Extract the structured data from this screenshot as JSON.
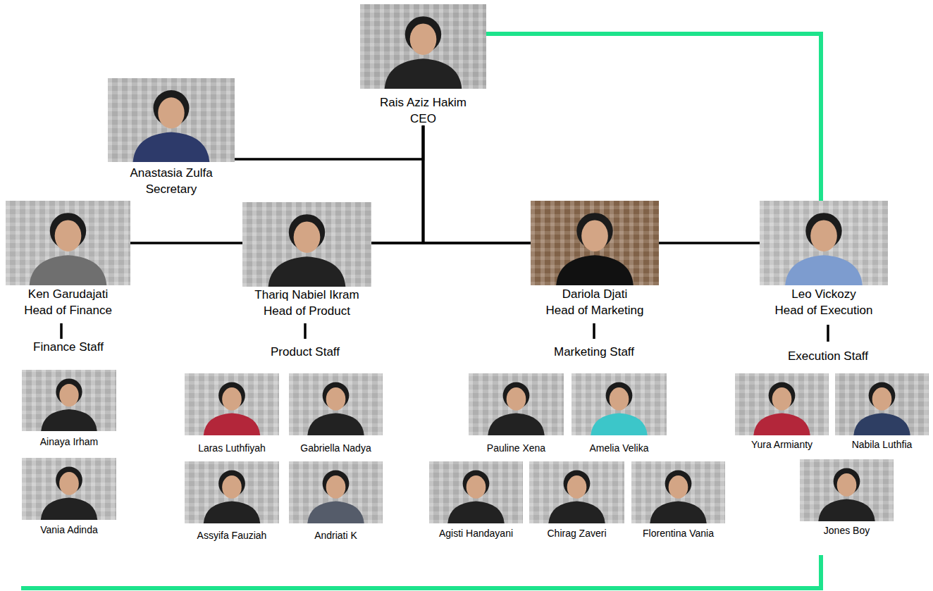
{
  "diagram": {
    "nodes": [
      {
        "text": [
          "Rais Aziz Hakim",
          "CEO"
        ]
      },
      {
        "text": [
          "Anastasia Zulfa",
          "Secretary"
        ]
      },
      {
        "text": [
          "Ken Garudajati",
          "Head of Finance"
        ]
      },
      {
        "text": [
          "Thariq Nabiel Ikram",
          "Head of Product"
        ]
      },
      {
        "text": [
          "Dariola Djati",
          "Head of Marketing"
        ]
      },
      {
        "text": [
          "Leo Vickozy",
          "Head of Execution"
        ]
      },
      {
        "text": [
          "Ainaya Irham"
        ]
      },
      {
        "text": [
          "Laras Luthfiyah"
        ]
      },
      {
        "text": [
          "Gabriella Nadya"
        ]
      },
      {
        "text": [
          "Pauline Xena"
        ]
      },
      {
        "text": [
          "Amelia Velika"
        ]
      },
      {
        "text": [
          "Yura Armianty"
        ]
      },
      {
        "text": [
          "Nabila Luthfia"
        ]
      },
      {
        "text": [
          "Vania Adinda"
        ]
      },
      {
        "text": [
          "Assyifa Fauziah"
        ]
      },
      {
        "text": [
          "Andriati K"
        ]
      },
      {
        "text": [
          "Agisti Handayani"
        ]
      },
      {
        "text": [
          "Chirag Zaveri"
        ]
      },
      {
        "text": [
          "Florentina Vania"
        ]
      },
      {
        "text": [
          "Jones Boy"
        ]
      }
    ],
    "edges": [
      {
        "from": 0,
        "to": 1,
        "arrow": "none"
      },
      {
        "from": 0,
        "to": 2,
        "arrow": "none"
      },
      {
        "from": 0,
        "to": 3,
        "arrow": "none"
      },
      {
        "from": 0,
        "to": 4,
        "arrow": "none"
      },
      {
        "from": 0,
        "to": 5,
        "arrow": "none"
      },
      {
        "from": 0,
        "to": 5,
        "arrow": "none"
      }
    ],
    "labels": [
      "Finance Staff",
      "Product Staff",
      "Marketing Staff",
      "Execution Staff"
    ]
  }
}
